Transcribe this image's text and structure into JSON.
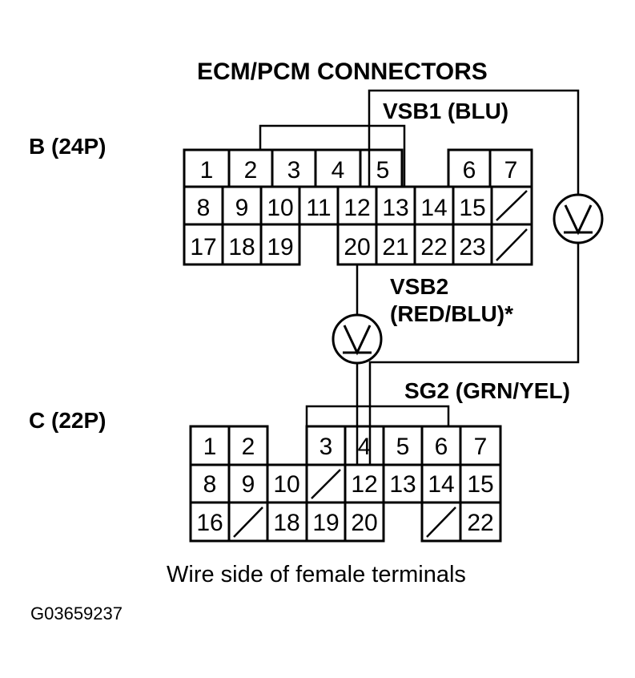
{
  "title": "ECM/PCM CONNECTORS",
  "connector_b": {
    "label": "B (24P)",
    "terminals": [
      "1",
      "2",
      "3",
      "4",
      "5",
      "6",
      "7",
      "8",
      "9",
      "10",
      "11",
      "12",
      "13",
      "14",
      "15",
      "17",
      "18",
      "19",
      "20",
      "21",
      "22",
      "23"
    ]
  },
  "connector_c": {
    "label": "C (22P)",
    "terminals": [
      "1",
      "2",
      "3",
      "4",
      "5",
      "6",
      "7",
      "8",
      "9",
      "10",
      "12",
      "13",
      "14",
      "15",
      "16",
      "18",
      "19",
      "20",
      "22"
    ]
  },
  "labels": {
    "vsb1": "VSB1 (BLU)",
    "vsb2_line1": "VSB2",
    "vsb2_line2": "(RED/BLU)*",
    "sg2": "SG2 (GRN/YEL)"
  },
  "caption": "Wire side of female terminals",
  "figure_id": "G03659237"
}
